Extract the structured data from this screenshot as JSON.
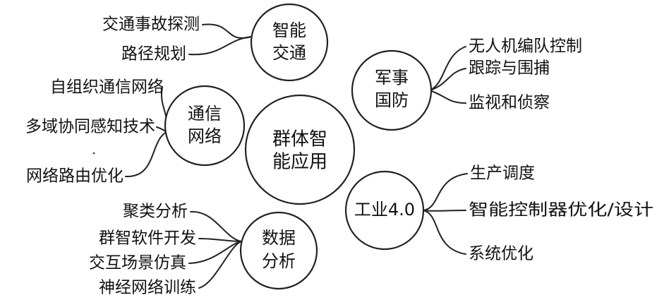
{
  "center": {
    "line1": "群体智",
    "line2": "能应用"
  },
  "nodes": {
    "traffic": {
      "line1": "智能",
      "line2": "交通"
    },
    "military": {
      "line1": "军事",
      "line2": "国防"
    },
    "comm": {
      "line1": "通信",
      "line2": "网络"
    },
    "industry": {
      "label": "工业4.0"
    },
    "data": {
      "line1": "数据",
      "line2": "分析"
    }
  },
  "leaves": {
    "traffic": [
      "交通事故探测",
      "路径规划"
    ],
    "military": [
      "无人机编队控制",
      "跟踪与围捕",
      "监视和侦察"
    ],
    "comm": [
      "自组织通信网络",
      "多域协同感知技术",
      "网络路由优化"
    ],
    "industry": [
      "生产调度",
      "智能控制器优化/设计",
      "系统优化"
    ],
    "data": [
      "聚类分析",
      "群智软件开发",
      "交互场景仿真",
      "神经网络训练"
    ]
  }
}
